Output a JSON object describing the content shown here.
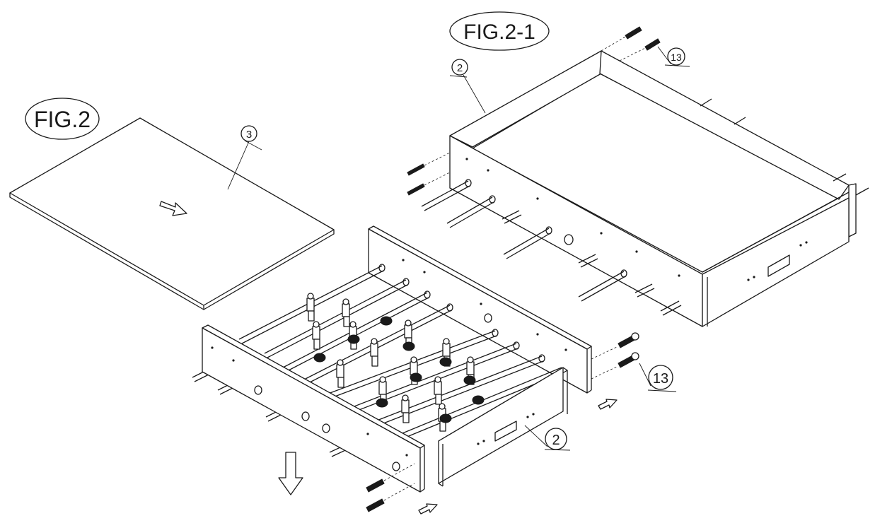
{
  "figures": {
    "fig2": {
      "label": "FIG.2"
    },
    "fig21": {
      "label": "FIG.2-1"
    }
  },
  "callouts": {
    "part3": "3",
    "part2_top": "2",
    "part2_bottom": "2",
    "part13_top": "13",
    "part13_bottom": "13"
  },
  "colors": {
    "line": "#1a1a1a",
    "background": "#ffffff"
  },
  "icons": [
    "arrow-right-icon",
    "arrow-down-icon",
    "arrow-small-icon",
    "screw-icon",
    "rod-icon",
    "player-figure-icon"
  ]
}
